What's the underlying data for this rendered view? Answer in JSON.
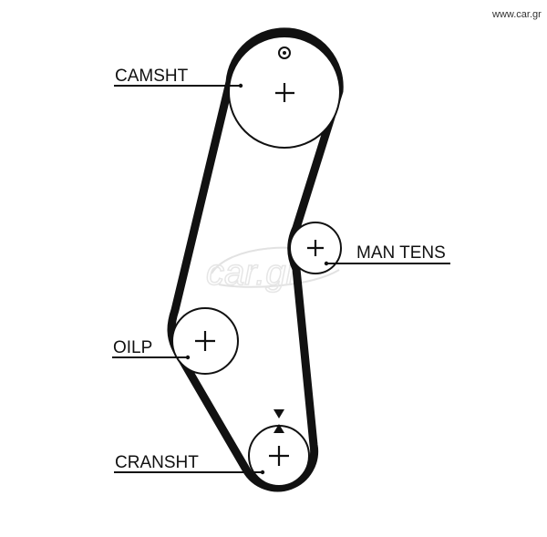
{
  "watermark": "www.car.gr",
  "background_logo_text": "car.gr",
  "labels": {
    "camshaft": "CAMSHT",
    "tensioner": "MAN TENS",
    "oil_pump": "OILP",
    "crankshaft": "CRANSHT"
  },
  "colors": {
    "line": "#111111",
    "background": "#ffffff",
    "watermark_faint": "#e2e2e2"
  }
}
